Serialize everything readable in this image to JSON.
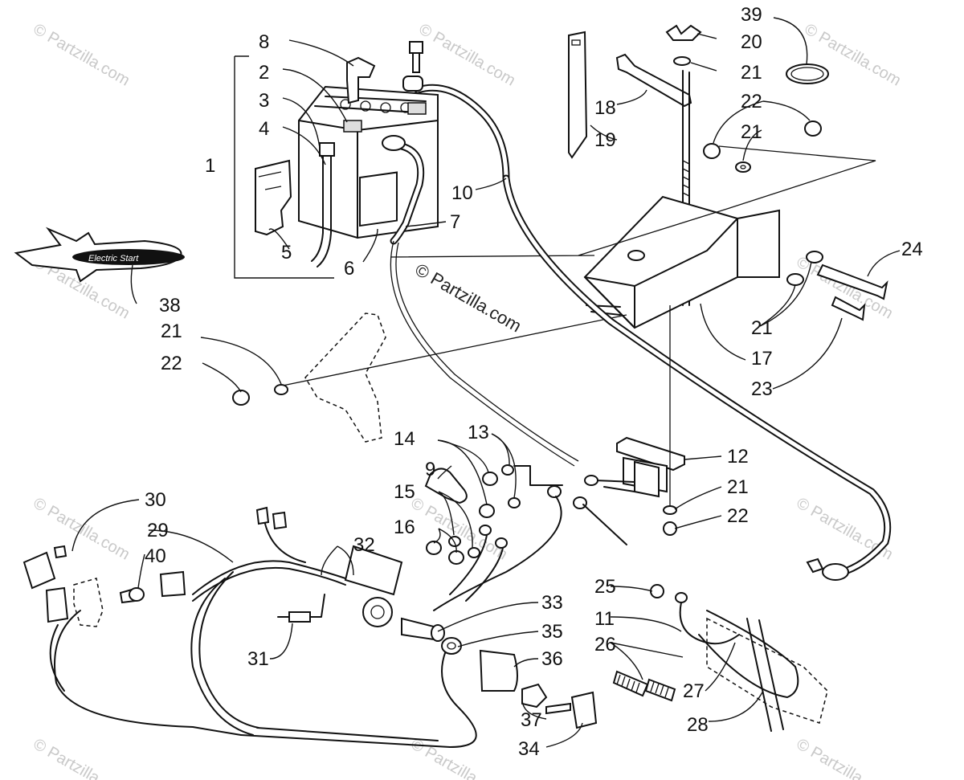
{
  "watermark": "© Partzilla.com",
  "center_watermark": "© Partzilla.com",
  "logo_text": "Electric Start",
  "callouts": [
    {
      "id": "c1",
      "text": "1"
    },
    {
      "id": "c2",
      "text": "2"
    },
    {
      "id": "c3",
      "text": "3"
    },
    {
      "id": "c4",
      "text": "4"
    },
    {
      "id": "c5",
      "text": "5"
    },
    {
      "id": "c6",
      "text": "6"
    },
    {
      "id": "c7",
      "text": "7"
    },
    {
      "id": "c8",
      "text": "8"
    },
    {
      "id": "c9",
      "text": "9"
    },
    {
      "id": "c10",
      "text": "10"
    },
    {
      "id": "c11",
      "text": "11"
    },
    {
      "id": "c12",
      "text": "12"
    },
    {
      "id": "c13",
      "text": "13"
    },
    {
      "id": "c14",
      "text": "14"
    },
    {
      "id": "c15",
      "text": "15"
    },
    {
      "id": "c16",
      "text": "16"
    },
    {
      "id": "c17",
      "text": "17"
    },
    {
      "id": "c18",
      "text": "18"
    },
    {
      "id": "c19",
      "text": "19"
    },
    {
      "id": "c20",
      "text": "20"
    },
    {
      "id": "c21a",
      "text": "21"
    },
    {
      "id": "c21b",
      "text": "21"
    },
    {
      "id": "c21c",
      "text": "21"
    },
    {
      "id": "c21d",
      "text": "21"
    },
    {
      "id": "c21e",
      "text": "21"
    },
    {
      "id": "c22a",
      "text": "22"
    },
    {
      "id": "c22b",
      "text": "22"
    },
    {
      "id": "c22c",
      "text": "22"
    },
    {
      "id": "c23",
      "text": "23"
    },
    {
      "id": "c24",
      "text": "24"
    },
    {
      "id": "c25",
      "text": "25"
    },
    {
      "id": "c26",
      "text": "26"
    },
    {
      "id": "c27",
      "text": "27"
    },
    {
      "id": "c28",
      "text": "28"
    },
    {
      "id": "c29",
      "text": "29"
    },
    {
      "id": "c30",
      "text": "30"
    },
    {
      "id": "c31",
      "text": "31"
    },
    {
      "id": "c32",
      "text": "32"
    },
    {
      "id": "c33",
      "text": "33"
    },
    {
      "id": "c34",
      "text": "34"
    },
    {
      "id": "c35",
      "text": "35"
    },
    {
      "id": "c36",
      "text": "36"
    },
    {
      "id": "c37",
      "text": "37"
    },
    {
      "id": "c38",
      "text": "38"
    },
    {
      "id": "c39",
      "text": "39"
    },
    {
      "id": "c40",
      "text": "40"
    }
  ]
}
